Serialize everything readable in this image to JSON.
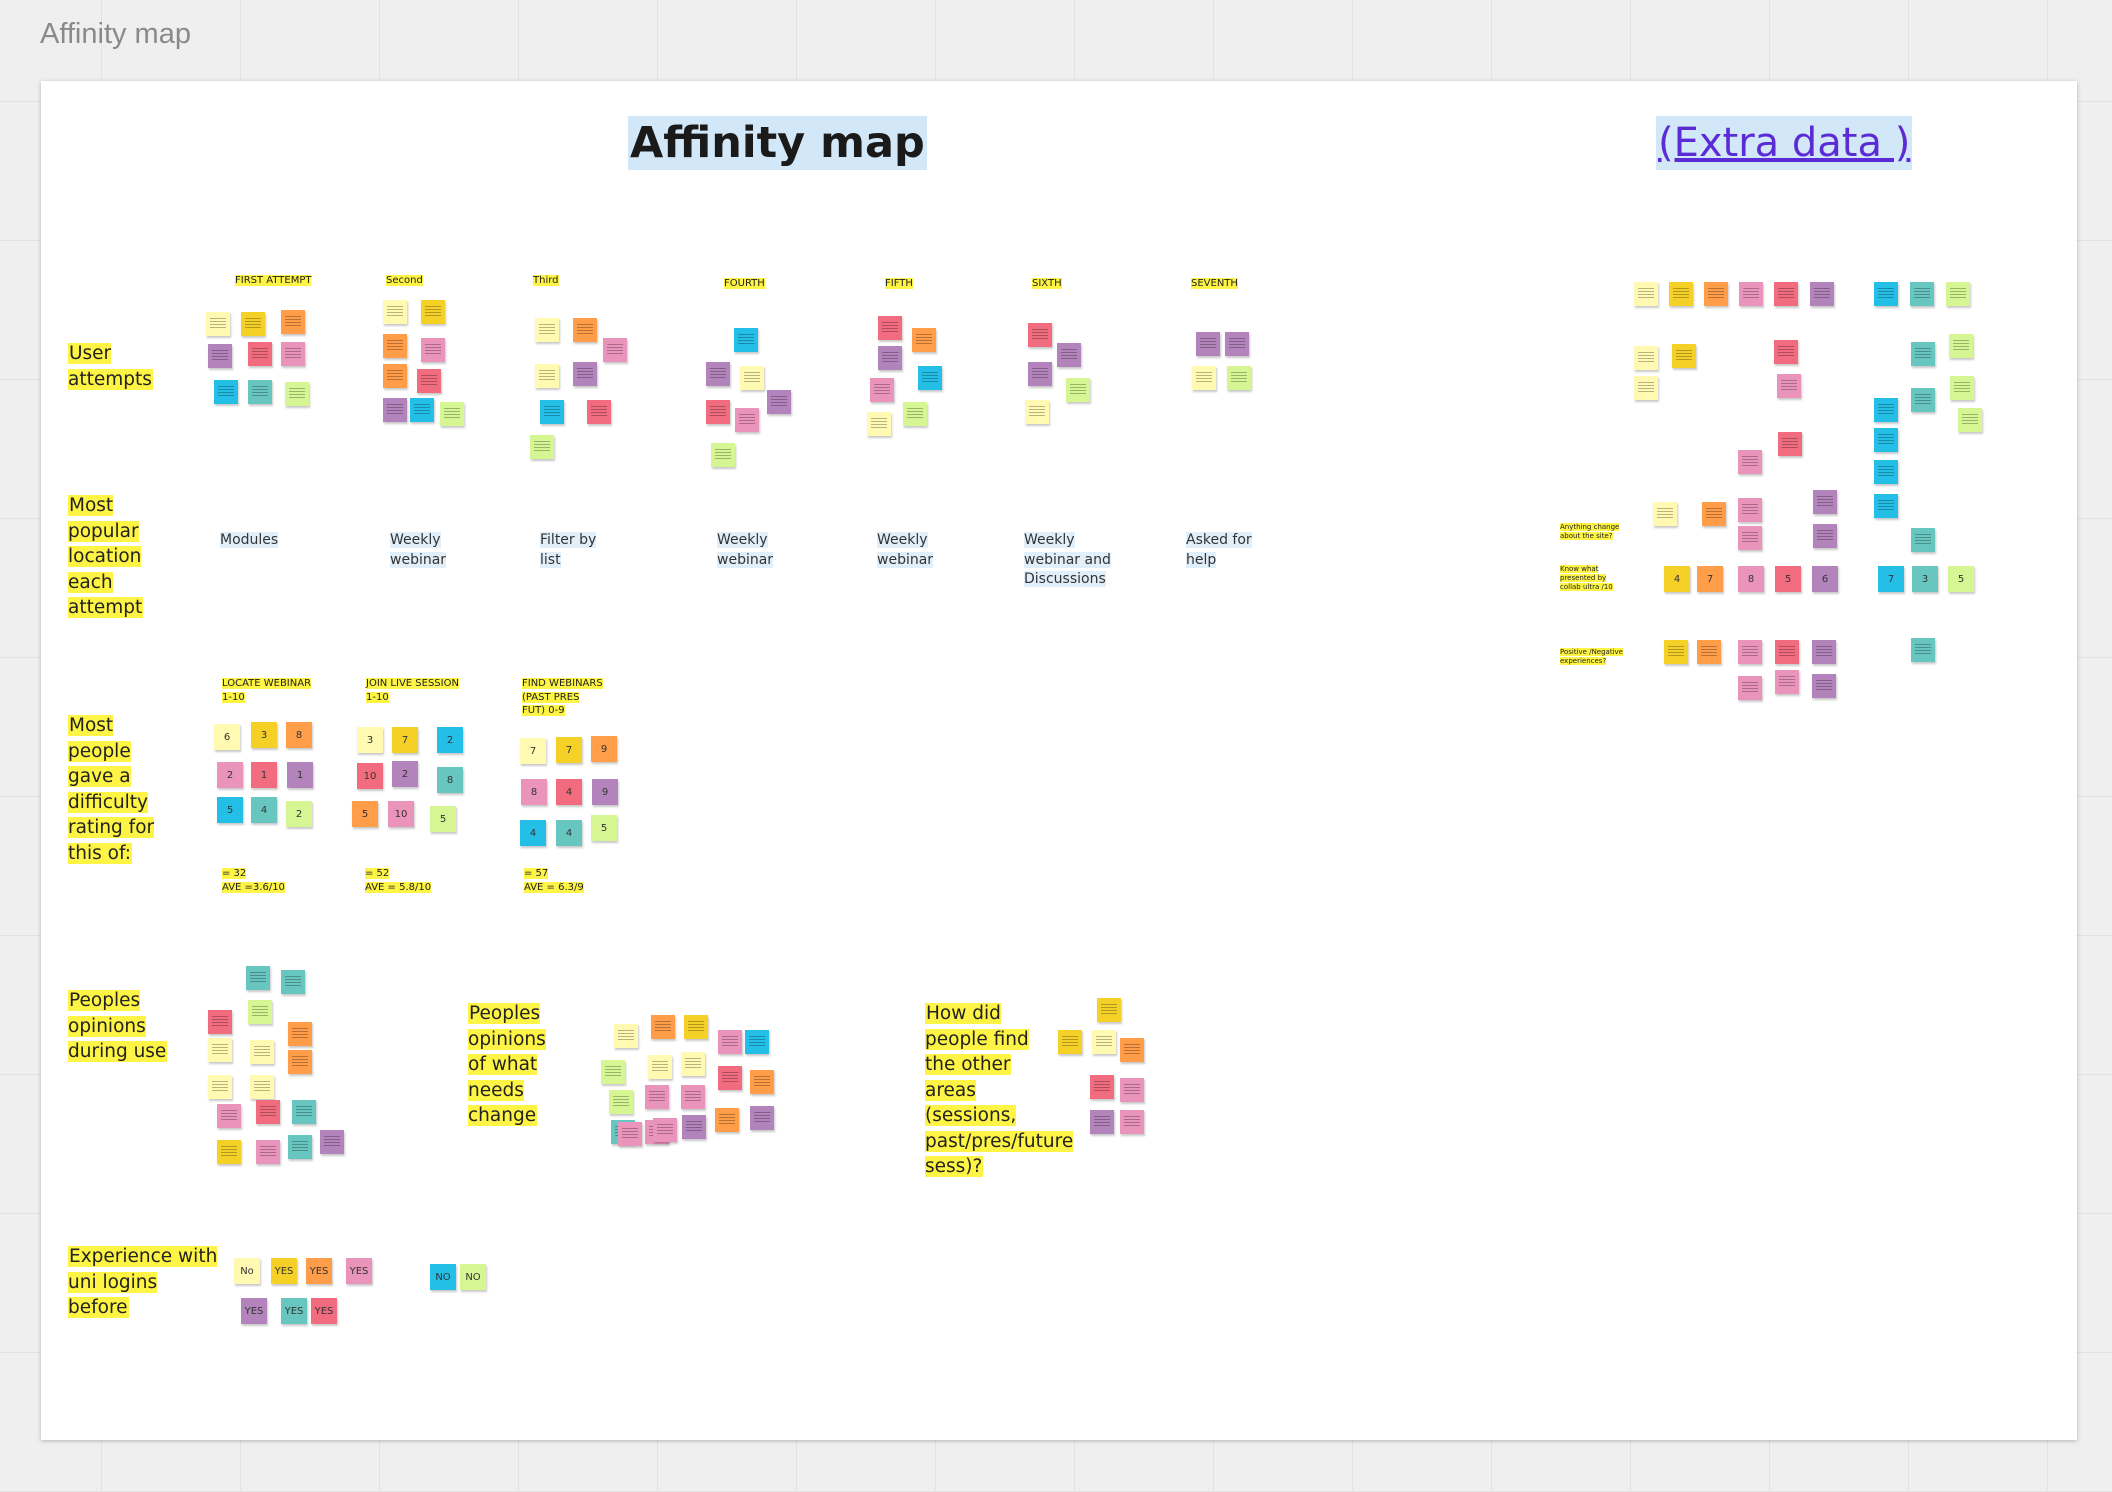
{
  "frame_label": "Affinity map",
  "title": "Affinity map",
  "extra_link": "(Extra data )",
  "rows": {
    "user_attempts": "User attempts",
    "popular_location": "Most popular location each attempt",
    "difficulty": "Most people gave a difficulty rating for this of:",
    "opinions_during": "Peoples opinions during use",
    "opinions_change": "Peoples opinions of what needs change",
    "find_areas": "How did people find the other areas (sessions, past/pres/future sess)?",
    "experience": "Experience with uni logins before"
  },
  "attempts": [
    "FIRST ATTEMPT",
    "Second",
    "Third",
    "FOURTH",
    "FIFTH",
    "SIXTH",
    "SEVENTH"
  ],
  "locations": [
    "Modules",
    "Weekly webinar",
    "Filter by list",
    "Weekly webinar",
    "Weekly webinar",
    "Weekly webinar and Discussions",
    "Asked for help"
  ],
  "difficulty": {
    "locate": {
      "header": "LOCATE WEBINAR 1-10",
      "values": [
        "6",
        "3",
        "8",
        "2",
        "1",
        "1",
        "5",
        "4",
        "2"
      ],
      "sum": "= 32",
      "ave": "AVE =3.6/10"
    },
    "join": {
      "header": "JOIN LIVE SESSION 1-10",
      "values": [
        "3",
        "7",
        "2",
        "10",
        "2",
        "8",
        "5",
        "10",
        "5"
      ],
      "sum": "= 52",
      "ave": "AVE = 5.8/10"
    },
    "find": {
      "header": "FIND WEBINARS (PAST PRES FUT) 0-9",
      "values": [
        "7",
        "7",
        "9",
        "8",
        "4",
        "9",
        "4",
        "4",
        "5"
      ],
      "sum": "= 57",
      "ave": "AVE = 6.3/9"
    }
  },
  "experience_notes": [
    "No",
    "YES",
    "YES",
    "YES",
    "YES",
    "YES",
    "YES",
    "NO",
    "NO"
  ],
  "extra": {
    "q1": "Anything change about the site?",
    "q2": "Know what presented by collab ultra /10",
    "q3": "Positive /Negative experiences?",
    "ratings_a": [
      "4",
      "7",
      "8",
      "5",
      "6"
    ],
    "ratings_b": [
      "7",
      "3",
      "5"
    ]
  },
  "colors": {
    "highlight": "#fef445",
    "title_bg": "#d2e7f7",
    "link": "#5b2bd6",
    "sticky_yellow": "#fff9b1",
    "sticky_gold": "#f5d128",
    "sticky_orange": "#ff9d48",
    "sticky_pink": "#ea94bb",
    "sticky_red": "#f16c7f",
    "sticky_violet": "#b384bb",
    "sticky_blue": "#23bfe7",
    "sticky_teal": "#67c6c0",
    "sticky_green": "#d5f692"
  }
}
